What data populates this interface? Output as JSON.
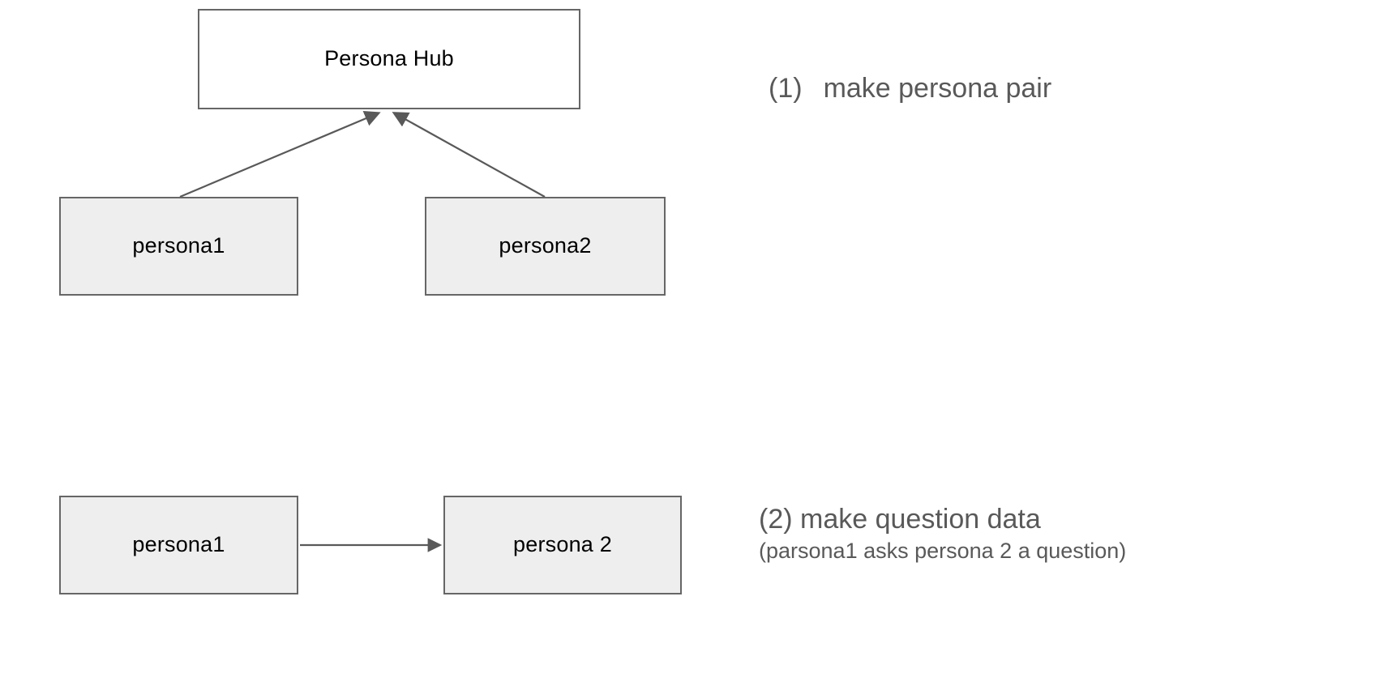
{
  "diagram": {
    "title_implicit": "Persona pair and question data generation flow",
    "colors": {
      "node_border": "#666666",
      "node_fill_persona": "#eeeeee",
      "node_fill_hub": "#ffffff",
      "edge": "#595959",
      "annotation_text": "#595959",
      "node_text": "#000000",
      "background": "#ffffff"
    },
    "nodes": {
      "hub": {
        "label": "Persona Hub"
      },
      "top_persona1": {
        "label": "persona1"
      },
      "top_persona2": {
        "label": "persona2"
      },
      "bottom_persona1": {
        "label": "persona1"
      },
      "bottom_persona2": {
        "label": "persona 2"
      }
    },
    "edges": [
      {
        "from": "top_persona1",
        "to": "hub",
        "style": "solid",
        "arrowhead": "filled-triangle",
        "direction": "up-right"
      },
      {
        "from": "top_persona2",
        "to": "hub",
        "style": "solid",
        "arrowhead": "filled-triangle",
        "direction": "up-left"
      },
      {
        "from": "bottom_persona1",
        "to": "bottom_persona2",
        "style": "solid",
        "arrowhead": "filled-triangle",
        "direction": "right"
      }
    ],
    "annotations": {
      "step1": {
        "number": "(1)",
        "text": "make persona pair"
      },
      "step2": {
        "main": "(2) make question data",
        "sub": "(parsona1 asks persona 2 a question)"
      }
    }
  }
}
